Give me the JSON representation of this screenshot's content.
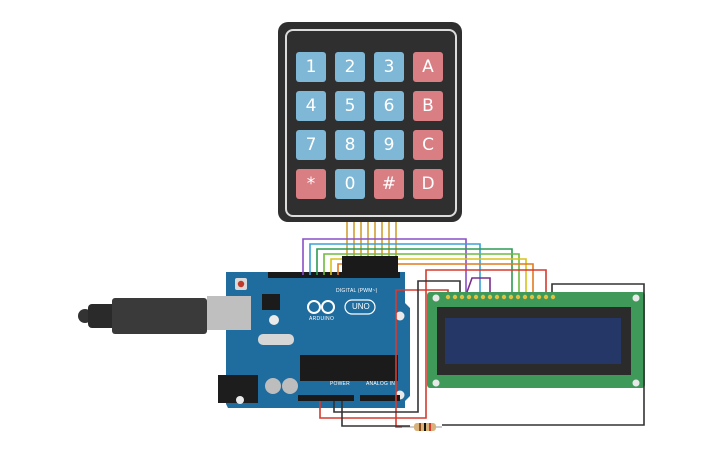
{
  "keypad": {
    "keys": [
      {
        "label": "1",
        "kind": "num"
      },
      {
        "label": "2",
        "kind": "num"
      },
      {
        "label": "3",
        "kind": "num"
      },
      {
        "label": "A",
        "kind": "fn"
      },
      {
        "label": "4",
        "kind": "num"
      },
      {
        "label": "5",
        "kind": "num"
      },
      {
        "label": "6",
        "kind": "num"
      },
      {
        "label": "B",
        "kind": "fn"
      },
      {
        "label": "7",
        "kind": "num"
      },
      {
        "label": "8",
        "kind": "num"
      },
      {
        "label": "9",
        "kind": "num"
      },
      {
        "label": "C",
        "kind": "fn"
      },
      {
        "label": "*",
        "kind": "fn"
      },
      {
        "label": "0",
        "kind": "num"
      },
      {
        "label": "#",
        "kind": "fn"
      },
      {
        "label": "D",
        "kind": "fn"
      }
    ]
  },
  "arduino": {
    "brand": "ARDUINO",
    "model": "UNO",
    "digital_header": "DIGITAL (PWM~)",
    "power_header": "POWER",
    "analog_header": "ANALOG IN"
  },
  "colors": {
    "keypad_body": "#2f2f2f",
    "key_number": "#7fb8d6",
    "key_function": "#d97f84",
    "board_blue": "#1f6c9e",
    "lcd_pcb": "#3f9a5a",
    "lcd_screen": "#243766",
    "wire_colors": [
      "#8a4fc7",
      "#3aa0d6",
      "#2e9b53",
      "#6dbb3e",
      "#d7c21b",
      "#e27a1e",
      "#d63a2e",
      "#333333"
    ]
  }
}
